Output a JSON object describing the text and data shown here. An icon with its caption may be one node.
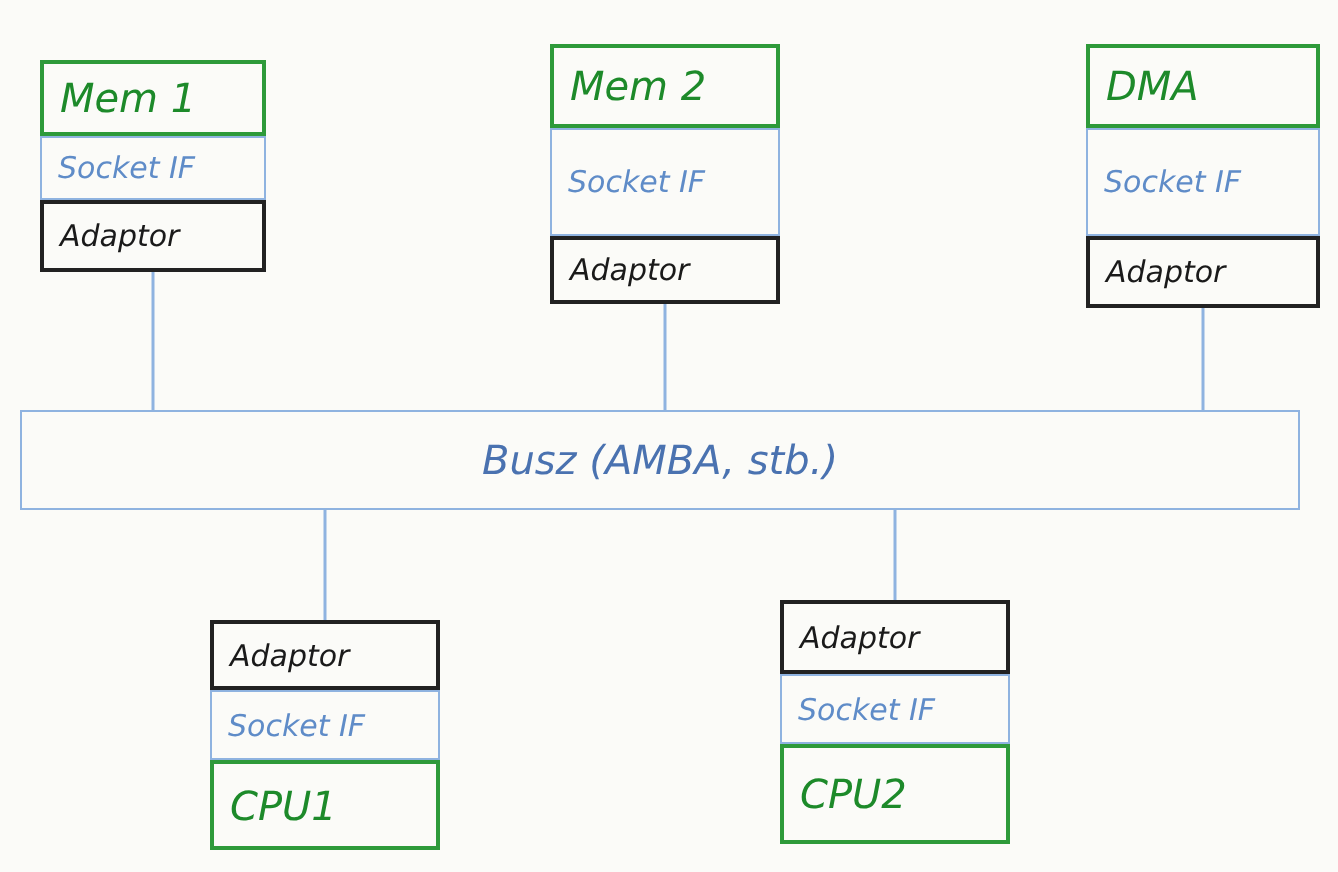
{
  "diagram": {
    "nodes": [
      {
        "text": [
          "Mem 1"
        ]
      },
      {
        "text": [
          "Socket IF"
        ]
      },
      {
        "text": [
          "Adaptor"
        ]
      },
      {
        "text": [
          "Mem 2"
        ]
      },
      {
        "text": [
          "Socket IF"
        ]
      },
      {
        "text": [
          "Adaptor"
        ]
      },
      {
        "text": [
          "DMA"
        ]
      },
      {
        "text": [
          "Socket IF"
        ]
      },
      {
        "text": [
          "Adaptor"
        ]
      },
      {
        "text": [
          "Busz (AMBA, stb.)"
        ]
      },
      {
        "text": [
          "Adaptor"
        ]
      },
      {
        "text": [
          "Socket IF"
        ]
      },
      {
        "text": [
          "CPU1"
        ]
      },
      {
        "text": [
          "Adaptor"
        ]
      },
      {
        "text": [
          "Socket IF"
        ]
      },
      {
        "text": [
          "CPU2"
        ]
      }
    ],
    "edges": [
      {
        "from": 2,
        "to": 9,
        "arrow": "none"
      },
      {
        "from": 5,
        "to": 9,
        "arrow": "none"
      },
      {
        "from": 8,
        "to": 9,
        "arrow": "none"
      },
      {
        "from": 9,
        "to": 10,
        "arrow": "none"
      },
      {
        "from": 9,
        "to": 13,
        "arrow": "none"
      }
    ]
  }
}
